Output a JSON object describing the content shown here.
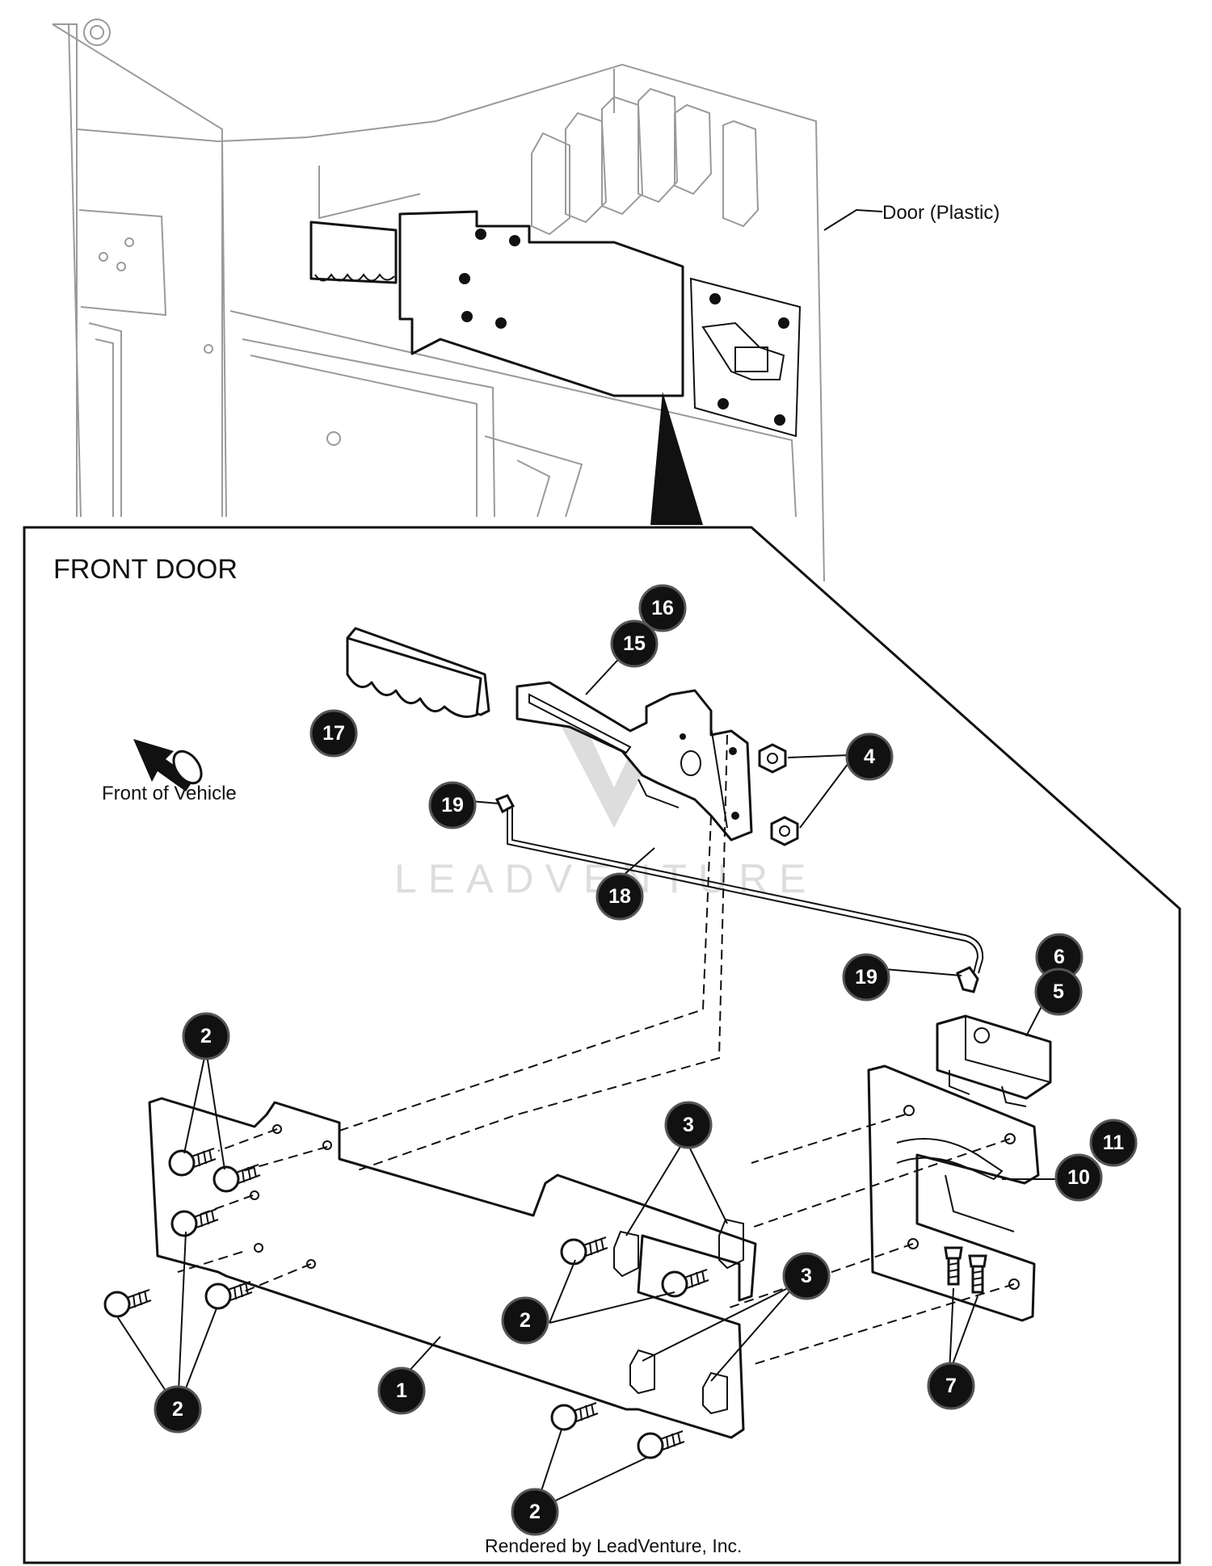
{
  "labels": {
    "door": "Door (Plastic)",
    "section_title": "FRONT DOOR",
    "front_of_vehicle": "Front of Vehicle",
    "watermark": "LEADVENTURE",
    "credit": "Rendered by LeadVenture, Inc."
  },
  "callouts": [
    {
      "id": "c16",
      "num": "16"
    },
    {
      "id": "c15",
      "num": "15"
    },
    {
      "id": "c17",
      "num": "17"
    },
    {
      "id": "c4",
      "num": "4"
    },
    {
      "id": "c19a",
      "num": "19"
    },
    {
      "id": "c18",
      "num": "18"
    },
    {
      "id": "c6",
      "num": "6"
    },
    {
      "id": "c19b",
      "num": "19"
    },
    {
      "id": "c5",
      "num": "5"
    },
    {
      "id": "c2a",
      "num": "2"
    },
    {
      "id": "c3a",
      "num": "3"
    },
    {
      "id": "c11",
      "num": "11"
    },
    {
      "id": "c10",
      "num": "10"
    },
    {
      "id": "c3b",
      "num": "3"
    },
    {
      "id": "c2b",
      "num": "2"
    },
    {
      "id": "c1",
      "num": "1"
    },
    {
      "id": "c7",
      "num": "7"
    },
    {
      "id": "c2c",
      "num": "2"
    },
    {
      "id": "c2d",
      "num": "2"
    }
  ]
}
